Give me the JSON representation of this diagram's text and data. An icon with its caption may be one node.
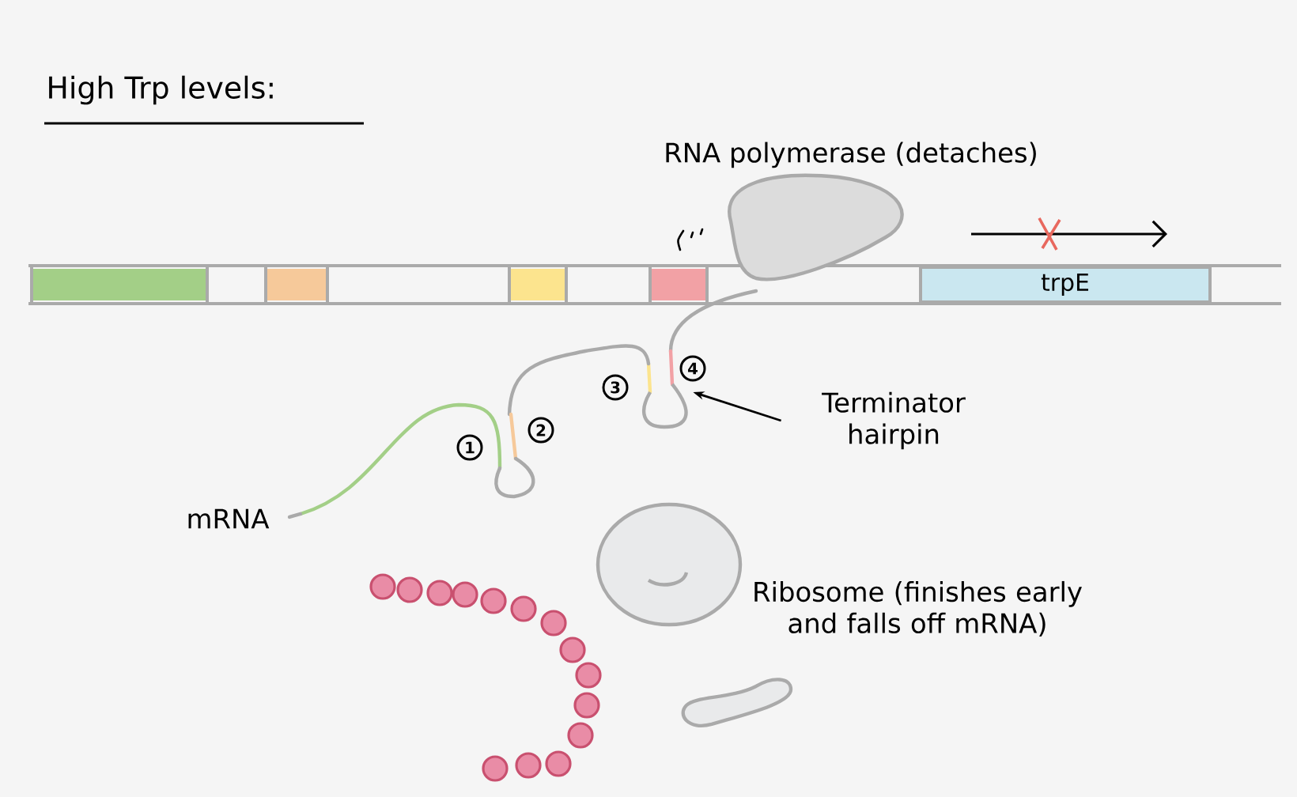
{
  "diagram": {
    "title": "High Trp levels:",
    "nodes": [
      {
        "text": [
          "trpE"
        ]
      },
      {
        "text": [
          "Terminator hairpin"
        ]
      },
      {
        "text": [],
        "shape": "picture"
      }
    ],
    "edges": [
      {
        "from": 1,
        "to": 2,
        "arrow": "to"
      }
    ],
    "labels": [
      "RNA polymerase (detaches)",
      "4",
      "3",
      "2",
      "1",
      "mRNA",
      "Ribosome (finishes early and falls off mRNA)"
    ]
  }
}
